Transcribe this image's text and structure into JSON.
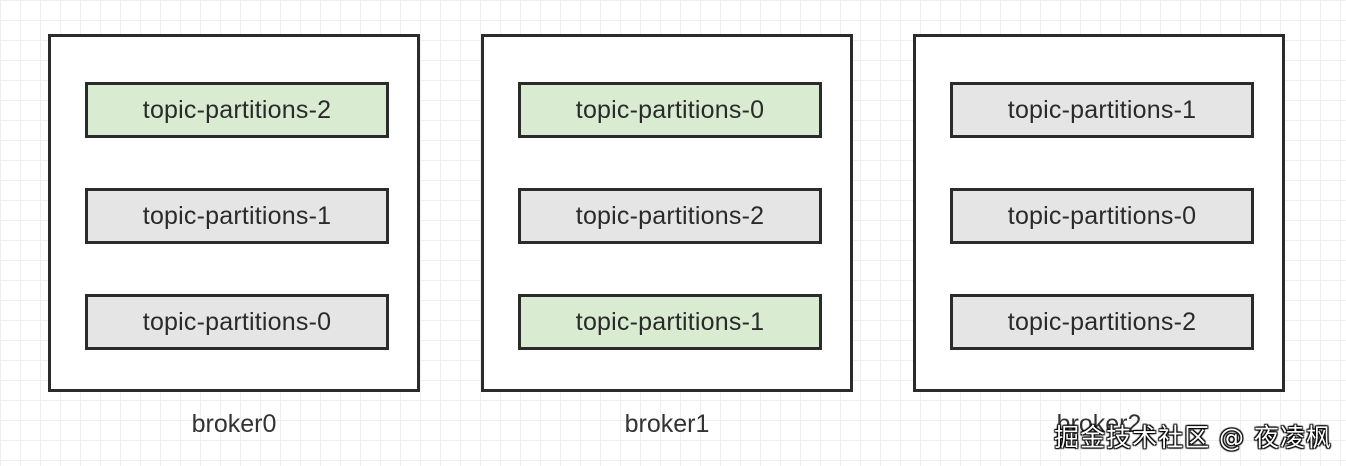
{
  "brokers": [
    {
      "name": "broker0",
      "partitions": [
        {
          "label": "topic-partitions-2",
          "highlighted": true
        },
        {
          "label": "topic-partitions-1",
          "highlighted": false
        },
        {
          "label": "topic-partitions-0",
          "highlighted": false
        }
      ]
    },
    {
      "name": "broker1",
      "partitions": [
        {
          "label": "topic-partitions-0",
          "highlighted": true
        },
        {
          "label": "topic-partitions-2",
          "highlighted": false
        },
        {
          "label": "topic-partitions-1",
          "highlighted": true
        }
      ]
    },
    {
      "name": "broker2",
      "partitions": [
        {
          "label": "topic-partitions-1",
          "highlighted": false
        },
        {
          "label": "topic-partitions-0",
          "highlighted": false
        },
        {
          "label": "topic-partitions-2",
          "highlighted": false
        }
      ]
    }
  ],
  "colors": {
    "highlighted_fill": "#d9ecd2",
    "normal_fill": "#e5e5e5",
    "border": "#2b2b2b"
  },
  "watermark": "掘金技术社区 @ 夜凌枫"
}
